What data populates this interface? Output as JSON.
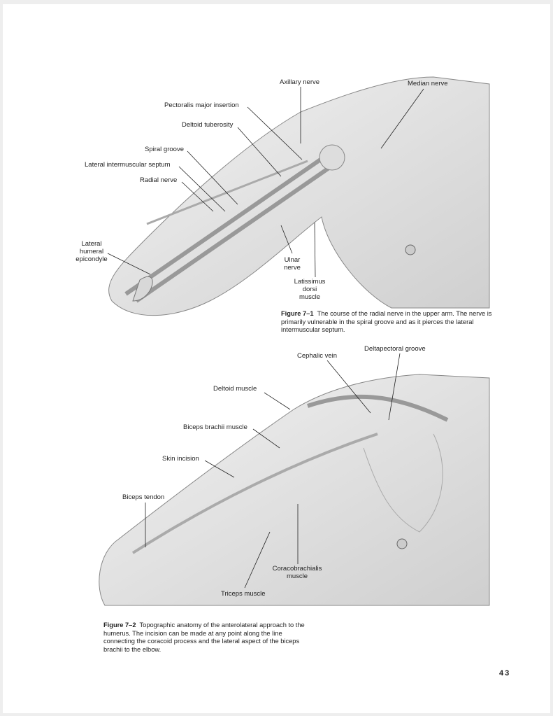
{
  "figure1": {
    "labels": {
      "axillary_nerve": "Axillary nerve",
      "median_nerve": "Median nerve",
      "pectoralis_major_insertion": "Pectoralis major insertion",
      "deltoid_tuberosity": "Deltoid tuberosity",
      "spiral_groove": "Spiral groove",
      "lateral_intermuscular_septum": "Lateral intermuscular septum",
      "radial_nerve": "Radial nerve",
      "lateral_humeral_epicondyle": [
        "Lateral",
        "humeral",
        "epicondyle"
      ],
      "ulnar_nerve": [
        "Ulnar",
        "nerve"
      ],
      "latissimus_dorsi_muscle": [
        "Latissimus",
        "dorsi",
        "muscle"
      ]
    },
    "caption_label": "Figure 7–1",
    "caption_text": "The course of the radial nerve in the upper arm. The nerve is primarily vulnerable in the spiral groove and as it pierces the lateral intermuscular septum."
  },
  "figure2": {
    "labels": {
      "cephalic_vein": "Cephalic vein",
      "deltapectoral_groove": "Deltapectoral groove",
      "deltoid_muscle": "Deltoid muscle",
      "biceps_brachii_muscle": "Biceps brachii muscle",
      "skin_incision": "Skin incision",
      "biceps_tendon": "Biceps tendon",
      "coracobrachialis_muscle": [
        "Coracobrachialis",
        "muscle"
      ],
      "triceps_muscle": "Triceps muscle"
    },
    "caption_label": "Figure 7–2",
    "caption_text": "Topographic anatomy of the anterolateral approach to the humerus. The incision can be made at any point along the line connecting the coracoid process and the lateral aspect of the biceps brachii to the elbow."
  },
  "page_number": "43"
}
